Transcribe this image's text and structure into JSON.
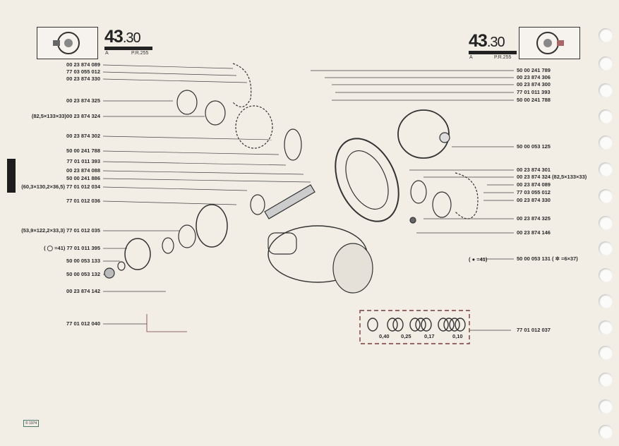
{
  "header_left": {
    "section": "43",
    "subsection": ".30",
    "variant": "A",
    "ref": "P.R.255"
  },
  "header_right": {
    "section": "43",
    "subsection": ".30",
    "variant": "A",
    "ref": "P.R.255"
  },
  "left_labels": [
    "00 23 874 089",
    "77 03 055 012",
    "00 23 874 330",
    "00 23 874 325",
    "(82,5×133×33)00 23 874 324",
    "00 23 874 302",
    "50 00 241 788",
    "77 01 011 393",
    "00 23 874 088",
    "50 00 241 886",
    "(60,3×130,2×36,5) 77 01 012 034",
    "77 01 012 036",
    "(53,9×122,2×33,3) 77 01 012 035",
    "( ◯ =41)  77 01 011 395",
    "50 00 053 133",
    "50 00 053 132",
    "00 23 874 142",
    "77 01 012 040"
  ],
  "right_labels": [
    "50 00 241 789",
    "00 23 874 306",
    "00 23 874 300",
    "77 01 011 393",
    "50 00 241 788",
    "50 00 053 125",
    "00 23 874 301",
    "00 23 874 324 (82,5×133×33)",
    "00 23 874 089",
    "77 03 055 012",
    "00 23 874 330",
    "00 23 874 325",
    "00 23 874 146",
    "50 00 053 131 ( ✲ =6×37)",
    "77 01 012 037"
  ],
  "nut_callout": "( ● =41)",
  "shim_thicknesses": [
    "0,40",
    "0,25",
    "0,17",
    "0,10"
  ],
  "copyright": "© 1974"
}
